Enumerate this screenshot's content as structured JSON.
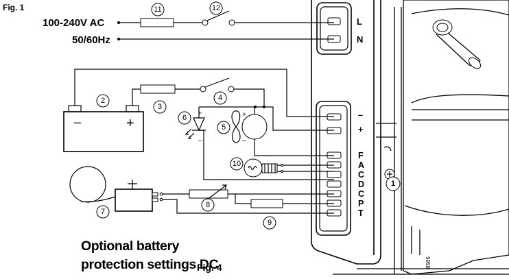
{
  "figure": {
    "fig1_label": "Fig. 1",
    "fig4_label": "Fig. 4",
    "title_line1": "Optional battery",
    "title_line2": "protection settings DC",
    "drawing_number": "8565"
  },
  "power_input": {
    "voltage": "100-240V AC",
    "frequency": "50/60Hz"
  },
  "terminals_ac": [
    "L",
    "N"
  ],
  "terminals_dc": [
    "–",
    "+",
    "F",
    "A",
    "C",
    "D",
    "C",
    "P",
    "T"
  ],
  "component_numbers": {
    "n1": "1",
    "n2": "2",
    "n3": "3",
    "n4": "4",
    "n5": "5",
    "n6": "6",
    "n7": "7",
    "n8": "8",
    "n9": "9",
    "n10": "10",
    "n11": "11",
    "n12": "12"
  },
  "battery_symbols": {
    "minus": "–",
    "plus": "+"
  },
  "polarity_marks": {
    "plus": "+",
    "minus": "–"
  }
}
